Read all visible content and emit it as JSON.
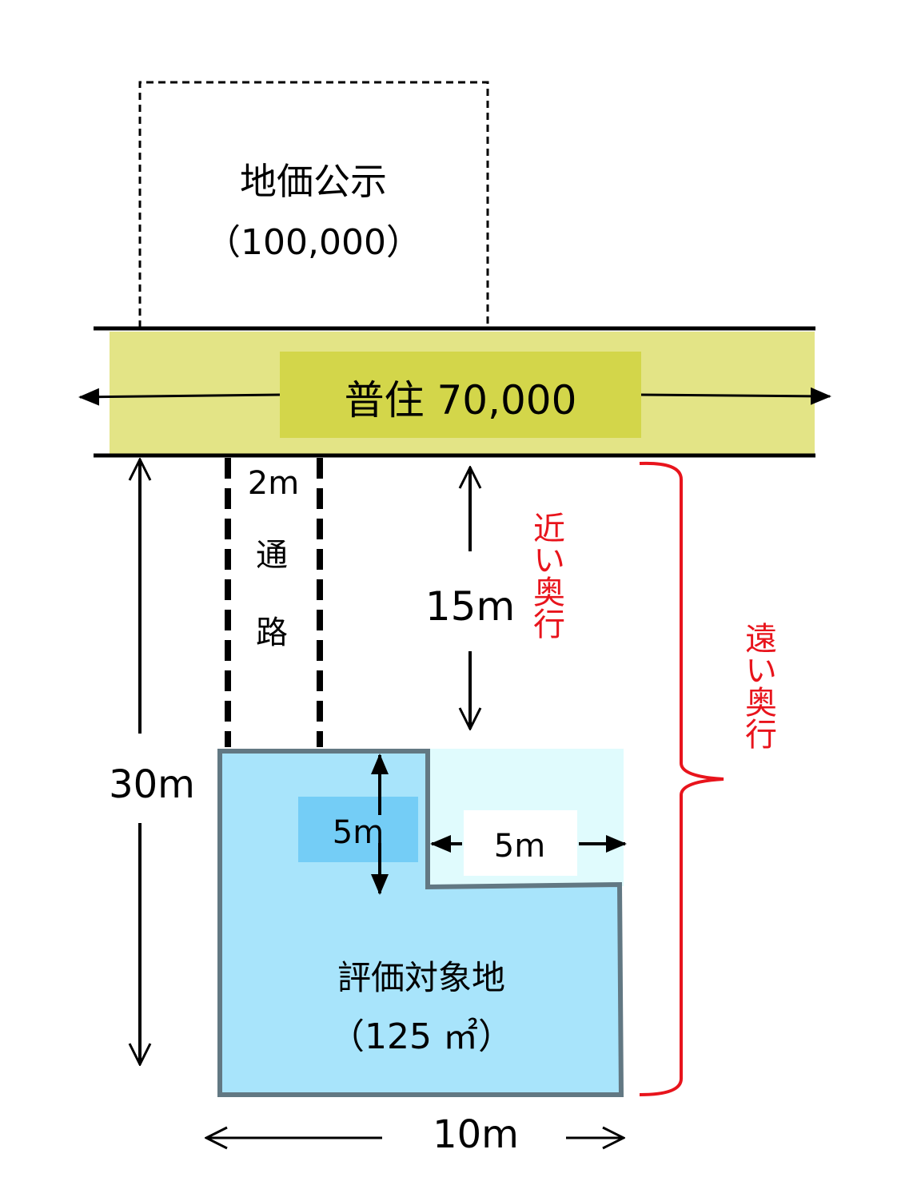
{
  "reference_land": {
    "title": "地価公示",
    "price": "（100,000）"
  },
  "road": {
    "label": "普住 70,000"
  },
  "passage": {
    "width": "2m",
    "label_1": "通",
    "label_2": "路"
  },
  "dimensions": {
    "total_depth": "30m",
    "near_depth": "15m",
    "notch_depth": "5m",
    "notch_width": "5m",
    "frontage": "10m"
  },
  "annotations": {
    "near_depth_label": "近い奥行",
    "far_depth_label": "遠い奥行"
  },
  "subject_land": {
    "title": "評価対象地",
    "area": "（125 ㎡）"
  },
  "colors": {
    "road": "#e3e486",
    "road_label_bg": "#d3d64a",
    "lot": "#a8e4fb",
    "lot_border": "#627883",
    "notch": "#e0fbfd",
    "highlight": "#74cdf6",
    "accent_red": "#e8141c"
  }
}
